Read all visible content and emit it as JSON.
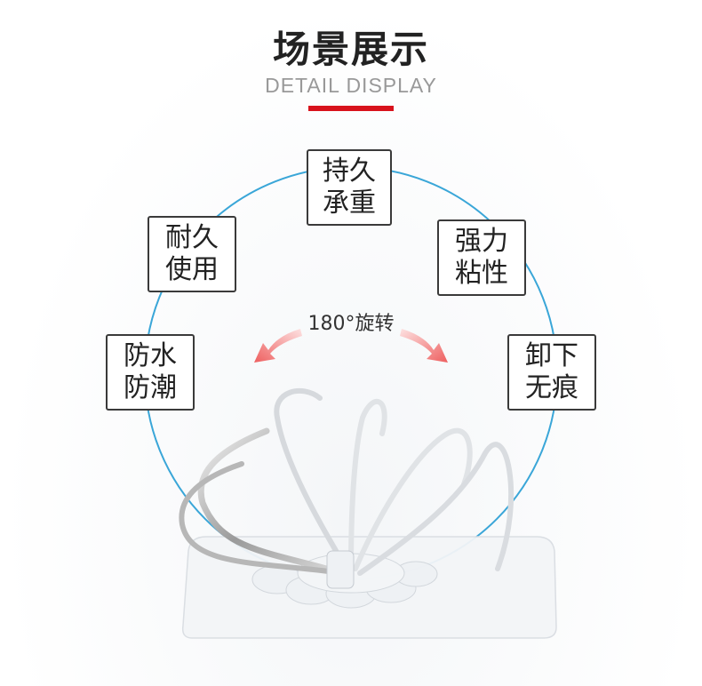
{
  "header": {
    "title": "场景展示",
    "subtitle": "DETAIL DISPLAY"
  },
  "features": [
    {
      "line1": "持久",
      "line2": "承重"
    },
    {
      "line1": "耐久",
      "line2": "使用"
    },
    {
      "line1": "强力",
      "line2": "粘性"
    },
    {
      "line1": "防水",
      "line2": "防潮"
    },
    {
      "line1": "卸下",
      "line2": "无痕"
    }
  ],
  "rotation": {
    "label": "180°旋转"
  },
  "colors": {
    "accent": "#d8121c",
    "circle": "#3aa6d8",
    "arrow": "#f06a6a",
    "title": "#222222",
    "subtitle": "#999999"
  }
}
